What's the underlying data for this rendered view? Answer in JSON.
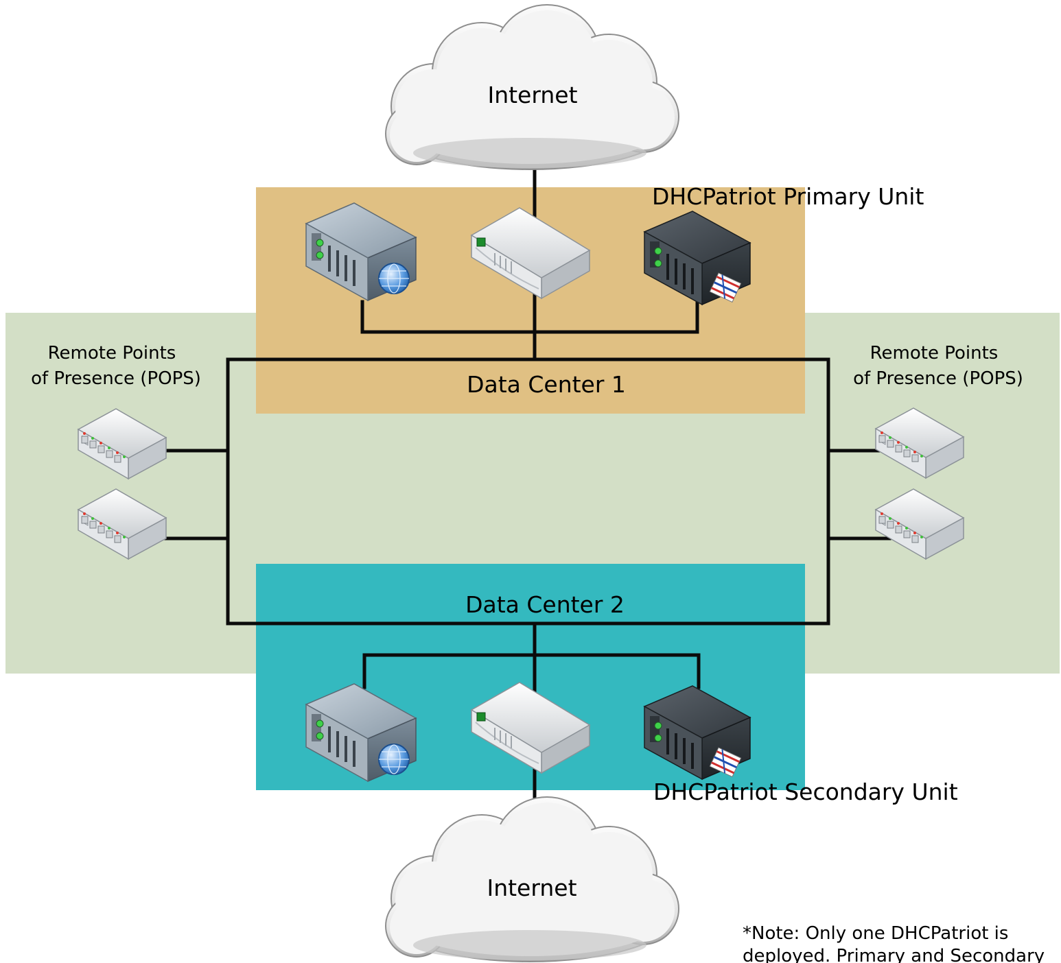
{
  "labels": {
    "internet_top": "Internet",
    "internet_bottom": "Internet",
    "primary_unit": "DHCPatriot Primary Unit",
    "secondary_unit": "DHCPatriot Secondary Unit",
    "data_center_1": "Data Center 1",
    "data_center_2": "Data Center 2",
    "pops_left_line1": "Remote Points",
    "pops_left_line2": "of Presence (POPS)",
    "pops_right_line1": "Remote Points",
    "pops_right_line2": "of Presence (POPS)",
    "note_line1": "*Note: Only one DHCPatriot is",
    "note_line2": "deployed. Primary and Secondary"
  },
  "colors": {
    "pops_region": "#d3dfc6",
    "data_center_1": "#e0c083",
    "data_center_2": "#34b9bf",
    "link": "#0b0b0b"
  },
  "icons": {
    "cloud": "cloud-icon",
    "web_server": "web-server-icon",
    "router": "router-icon",
    "dhcp_appliance": "dhcp-appliance-icon",
    "switch": "network-switch-icon"
  }
}
